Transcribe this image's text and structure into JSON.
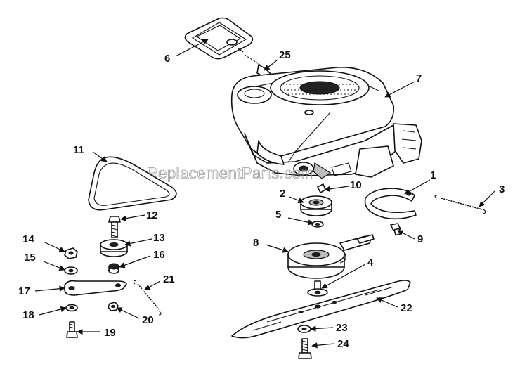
{
  "watermark": "eReplacementParts.com",
  "callouts": [
    "1",
    "2",
    "3",
    "4",
    "5",
    "6",
    "7",
    "8",
    "9",
    "10",
    "11",
    "12",
    "13",
    "14",
    "15",
    "16",
    "17",
    "18",
    "19",
    "20",
    "21",
    "22",
    "23",
    "24",
    "25"
  ]
}
